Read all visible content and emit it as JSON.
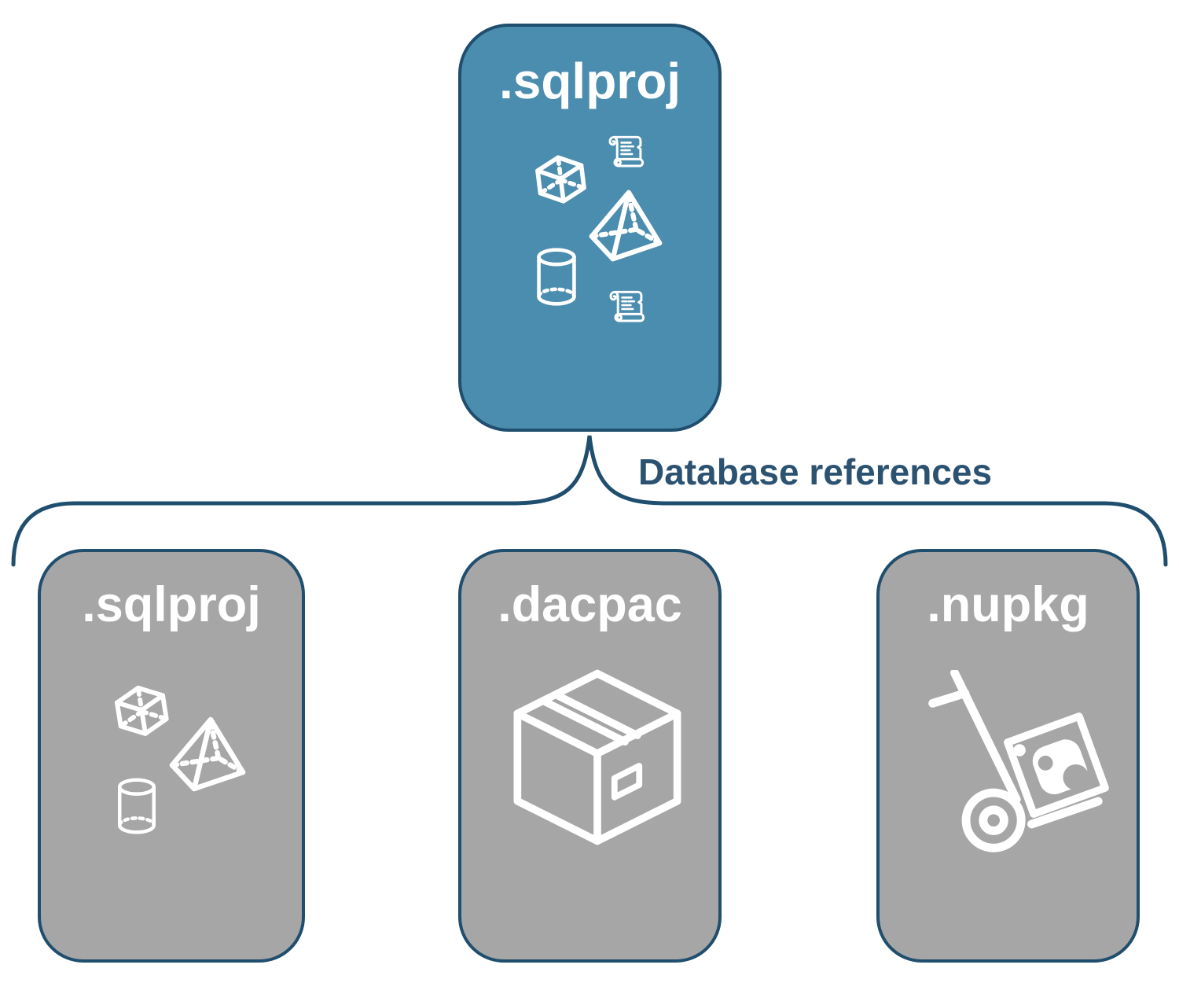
{
  "colors": {
    "canvas-bg": "#ffffff",
    "node-accent": "#4b8dae",
    "node-gray": "#a6a6a6",
    "stroke-dark": "#1f4e6e",
    "label-text": "#2b5271",
    "node-title": "#ffffff",
    "icon-stroke": "#ffffff"
  },
  "root_node": {
    "label": ".sqlproj",
    "icons": [
      "script-scroll-icon",
      "cube-icon",
      "pyramid-icon",
      "cylinder-icon",
      "script-scroll-icon"
    ]
  },
  "connector": {
    "label": "Database references"
  },
  "child_nodes": [
    {
      "label": ".sqlproj",
      "icons": [
        "cube-icon",
        "pyramid-icon",
        "cylinder-icon"
      ]
    },
    {
      "label": ".dacpac",
      "icons": [
        "package-box-icon"
      ]
    },
    {
      "label": ".nupkg",
      "icons": [
        "nuget-hand-truck-icon"
      ]
    }
  ]
}
